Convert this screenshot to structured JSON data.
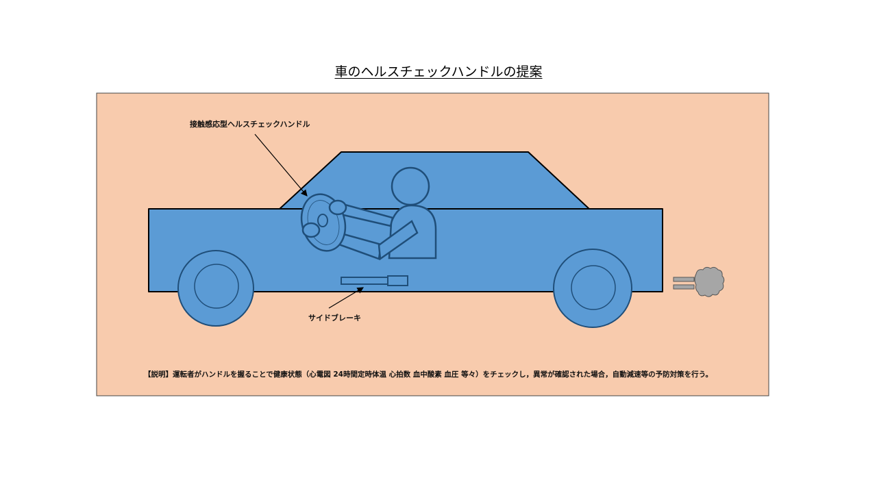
{
  "title": "車のヘルスチェックハンドルの提案",
  "labels": {
    "steering": "接触感応型ヘルスチェックハンドル",
    "side_brake": "サイドブレーキ"
  },
  "description": "【説明】運転者がハンドルを握ることで健康状態（心電図 24時間定時体温 心拍数 血中酸素 血圧 等々）をチェックし，異常が確認された場合，自動減速等の予防対策を行う。",
  "colors": {
    "panel": "#F8CBAD",
    "car": "#5B9BD5",
    "outline": "#1F4E79",
    "exhaust": "#A6A6A6"
  }
}
